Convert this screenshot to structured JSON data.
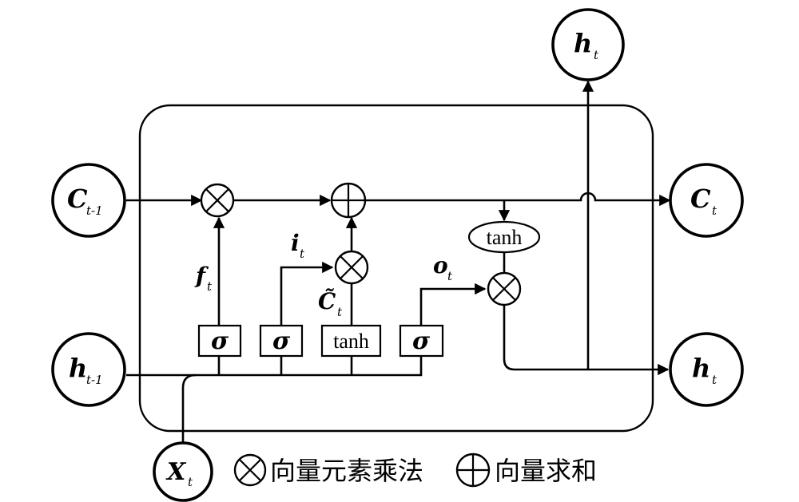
{
  "nodes": {
    "c_prev": {
      "symbol": "C",
      "subscript": "t-1"
    },
    "h_prev": {
      "symbol": "h",
      "subscript": "t-1"
    },
    "x_t": {
      "symbol": "X",
      "subscript": "t"
    },
    "c_t": {
      "symbol": "C",
      "subscript": "t"
    },
    "h_t_right": {
      "symbol": "h",
      "subscript": "t"
    },
    "h_t_top": {
      "symbol": "h",
      "subscript": "t"
    }
  },
  "gates": {
    "sigma": "σ",
    "tanh": "tanh"
  },
  "signals": {
    "f": {
      "symbol": "f",
      "subscript": "t"
    },
    "i": {
      "symbol": "i",
      "subscript": "t"
    },
    "c_tilde": {
      "symbol": "C̃",
      "subscript": "t"
    },
    "o": {
      "symbol": "o",
      "subscript": "t"
    }
  },
  "legend": {
    "multiply_label": "向量元素乘法",
    "sum_label": "向量求和"
  }
}
